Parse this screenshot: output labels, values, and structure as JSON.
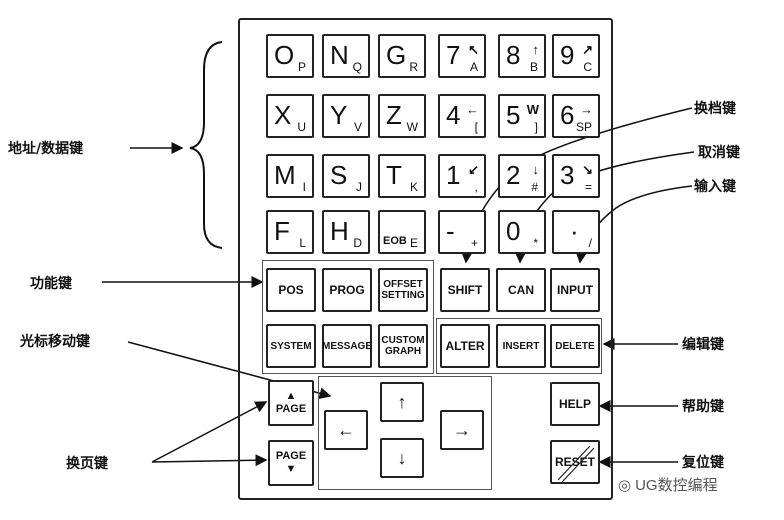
{
  "keys": {
    "O": {
      "main": "O",
      "sub": "P"
    },
    "N": {
      "main": "N",
      "sub": "Q"
    },
    "G": {
      "main": "G",
      "sub": "R"
    },
    "k7": {
      "main": "7",
      "sub": "A",
      "sym": "↖"
    },
    "k8": {
      "main": "8",
      "sub": "B",
      "sym": "↑"
    },
    "k9": {
      "main": "9",
      "sub": "C",
      "sym": "↗"
    },
    "X": {
      "main": "X",
      "sub": "U"
    },
    "Y": {
      "main": "Y",
      "sub": "V"
    },
    "Z": {
      "main": "Z",
      "sub": "W"
    },
    "k4": {
      "main": "4",
      "sub": "[",
      "sym": "←"
    },
    "k5": {
      "main": "5",
      "sub": "]",
      "sym": "W"
    },
    "k6": {
      "main": "6",
      "sub": "SP",
      "sym": "→"
    },
    "M": {
      "main": "M",
      "sub": "I"
    },
    "S": {
      "main": "S",
      "sub": "J"
    },
    "T": {
      "main": "T",
      "sub": "K"
    },
    "k1": {
      "main": "1",
      "sub": ",",
      "sym": "↙"
    },
    "k2": {
      "main": "2",
      "sub": "#",
      "sym": "↓"
    },
    "k3": {
      "main": "3",
      "sub": "=",
      "sym": "↘"
    },
    "F": {
      "main": "F",
      "sub": "L"
    },
    "H": {
      "main": "H",
      "sub": "D"
    },
    "EOB": {
      "main": "EOB",
      "sub": "E"
    },
    "minus": {
      "main": "-",
      "sub": "+"
    },
    "k0": {
      "main": "0",
      "sub": "*"
    },
    "dot": {
      "main": "·",
      "sub": "/"
    }
  },
  "function_keys": {
    "pos": "POS",
    "prog": "PROG",
    "offset": "OFFSET SETTING",
    "shift": "SHIFT",
    "can": "CAN",
    "input": "INPUT",
    "system": "SYSTEM",
    "message": "MESSAGE",
    "custom": "CUSTOM GRAPH",
    "alter": "ALTER",
    "insert": "INSERT",
    "delete": "DELETE"
  },
  "page_keys": {
    "up": "PAGE",
    "down": "PAGE"
  },
  "cursor_keys": {
    "up": "↑",
    "down": "↓",
    "left": "←",
    "right": "→"
  },
  "help": "HELP",
  "reset": "RESET",
  "labels": {
    "address_data": "地址/数据键",
    "function": "功能键",
    "cursor": "光标移动键",
    "page": "换页键",
    "shift": "换档键",
    "cancel": "取消键",
    "input": "输入键",
    "edit": "编辑键",
    "help": "帮助键",
    "reset": "复位键"
  },
  "watermark": "UG数控编程"
}
